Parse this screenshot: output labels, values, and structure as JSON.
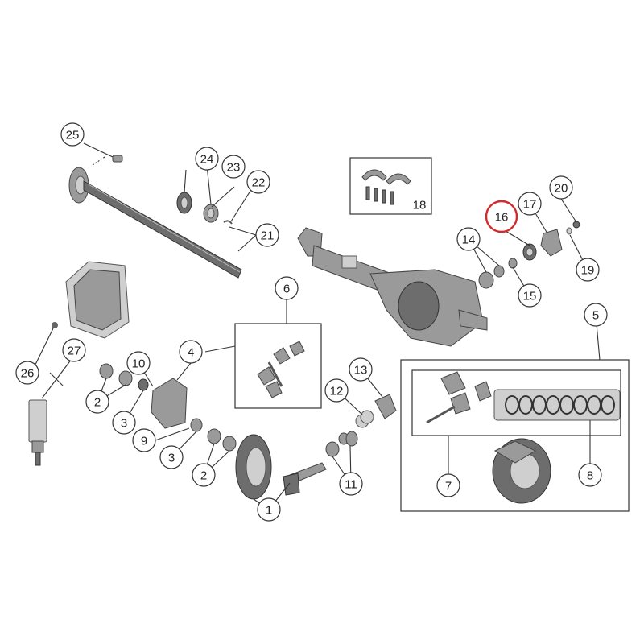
{
  "callouts": [
    {
      "id": "c1",
      "label": "1"
    },
    {
      "id": "c2a",
      "label": "2"
    },
    {
      "id": "c2b",
      "label": "2"
    },
    {
      "id": "c3a",
      "label": "3"
    },
    {
      "id": "c3b",
      "label": "3"
    },
    {
      "id": "c4",
      "label": "4"
    },
    {
      "id": "c5",
      "label": "5"
    },
    {
      "id": "c6",
      "label": "6"
    },
    {
      "id": "c7",
      "label": "7"
    },
    {
      "id": "c8",
      "label": "8"
    },
    {
      "id": "c9",
      "label": "9"
    },
    {
      "id": "c10",
      "label": "10"
    },
    {
      "id": "c11",
      "label": "11"
    },
    {
      "id": "c12",
      "label": "12"
    },
    {
      "id": "c13",
      "label": "13"
    },
    {
      "id": "c14",
      "label": "14"
    },
    {
      "id": "c15",
      "label": "15"
    },
    {
      "id": "c16",
      "label": "16"
    },
    {
      "id": "c17",
      "label": "17"
    },
    {
      "id": "c18",
      "label": "18"
    },
    {
      "id": "c19",
      "label": "19"
    },
    {
      "id": "c20",
      "label": "20"
    },
    {
      "id": "c21",
      "label": "21"
    },
    {
      "id": "c22",
      "label": "22"
    },
    {
      "id": "c23",
      "label": "23"
    },
    {
      "id": "c24",
      "label": "24"
    },
    {
      "id": "c25",
      "label": "25"
    },
    {
      "id": "c26",
      "label": "26"
    },
    {
      "id": "c27",
      "label": "27"
    }
  ],
  "highlight": {
    "label": "16",
    "color": "#d42a2a"
  },
  "colors": {
    "line": "#333333",
    "part": "#9a9a9a",
    "highlight": "#d42a2a"
  }
}
